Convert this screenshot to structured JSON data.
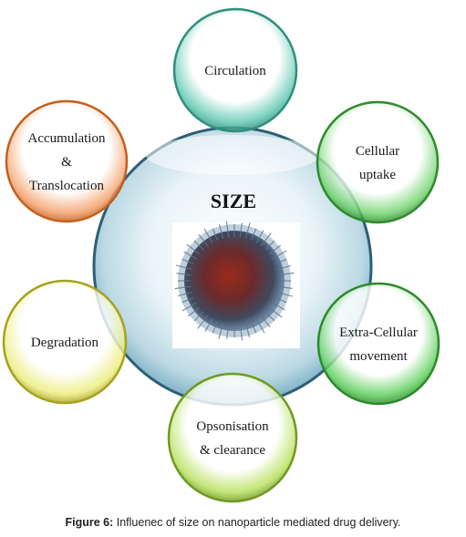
{
  "diagram": {
    "center": {
      "title": "SIZE",
      "image": "nanoparticle-image"
    },
    "nodes": [
      {
        "id": "circulation",
        "lines": [
          "Circulation"
        ],
        "color": "#5ec8b0",
        "edge": "#2f8f7c"
      },
      {
        "id": "cellular-uptake",
        "lines": [
          "Cellular",
          "uptake"
        ],
        "color": "#6fd36b",
        "edge": "#2f8a2c"
      },
      {
        "id": "extra-cellular-movement",
        "lines": [
          "Extra-Cellular",
          "movement"
        ],
        "color": "#5ccf5a",
        "edge": "#2c8a2a"
      },
      {
        "id": "opsonisation-clearance",
        "lines": [
          "Opsonisation",
          "& clearance"
        ],
        "color": "#b7e05a",
        "edge": "#6f9a22"
      },
      {
        "id": "degradation",
        "lines": [
          "Degradation"
        ],
        "color": "#ecec7a",
        "edge": "#a6a21f"
      },
      {
        "id": "accumulation-translocation",
        "lines": [
          "Accumulation",
          "&",
          "Translocation"
        ],
        "color": "#f4a06a",
        "edge": "#c45f1e"
      }
    ]
  },
  "caption": {
    "label": "Figure 6:",
    "text": "Influenec of size on nanoparticle mediated drug delivery."
  }
}
